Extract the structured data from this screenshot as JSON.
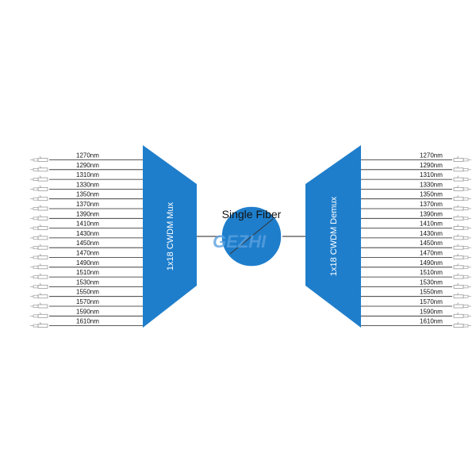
{
  "diagram": {
    "channels": [
      "1270nm",
      "1290nm",
      "1310nm",
      "1330nm",
      "1350nm",
      "1370nm",
      "1390nm",
      "1410nm",
      "1430nm",
      "1450nm",
      "1470nm",
      "1490nm",
      "1510nm",
      "1530nm",
      "1550nm",
      "1570nm",
      "1590nm",
      "1610nm"
    ],
    "mux_label": "1x18 CWDM Mux",
    "demux_label": "1x18 CWDM Demux",
    "fiber_label": "Single Fiber",
    "watermark": "GEZHI",
    "colors": {
      "device_fill": "#1f7ecb",
      "lines": "#222222",
      "connector": "#9a9a9a",
      "text": "#111111",
      "watermark": "#5aa0e0"
    }
  }
}
